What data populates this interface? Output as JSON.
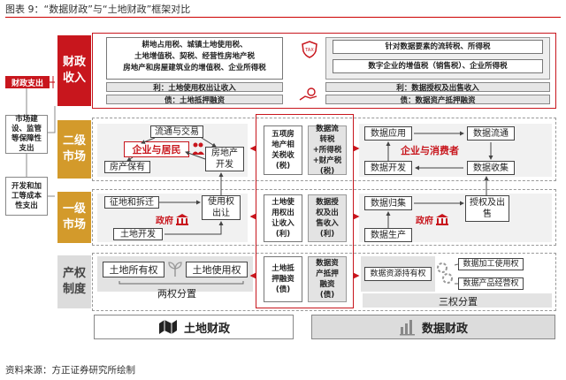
{
  "title": "图表 9：“数据财政”与“土地财政”框架对比",
  "source": "资料来源：方正证券研究所绘制",
  "side": {
    "fiscal_expense": "财政支出",
    "infra": "市场建设、监管等保障性支出",
    "dev": "开发和加工等成本性支出"
  },
  "levels": {
    "fiscal_income": "财政\n收入",
    "secondary": "二级\n市场",
    "primary": "一级\n市场",
    "property": "产权\n制度"
  },
  "fiscal": {
    "land_taxes": [
      "耕地占用税、城镇土地使用税、",
      "土地增值税、契税、经营性房地产税",
      "房地产和房屋建筑业的增值税、企业所得税"
    ],
    "land_use_income": "利：土地使用权出让收入",
    "land_mortgage": "债：土地抵押融资",
    "data_taxes": [
      "针对数据要素的流转税、所得税",
      "数字企业的增值税（销售税）、企业所得税"
    ],
    "data_auth_income": "利：数据授权及出售收入",
    "data_asset_fin": "债：数据资产抵押融资",
    "tax_icon": "TAX"
  },
  "secondary": {
    "circulation": "流通与交易",
    "enterprise_resident": "企业与居民",
    "housing": "房产保有",
    "real_estate_dev": "房地产\n开发",
    "data_app": "数据应用",
    "data_circ": "数据流通",
    "ent_consumer": "企业与消费者",
    "data_dev": "数据开发",
    "data_collect": "数据收集"
  },
  "primary": {
    "acquisition": "征地和拆迁",
    "land_right_transfer": "使用权\n出让",
    "gov_left": "政府",
    "land_dev": "土地开发",
    "data_pool": "数据归集",
    "auth_sale": "授权及出\n售",
    "gov_right": "政府",
    "data_prod": "数据生产"
  },
  "property": {
    "land_own": "土地所有权",
    "land_use": "土地使用权",
    "two_rights": "两权分置",
    "data_hold": "数据资源持有权",
    "data_proc": "数据加工使用权",
    "data_prod_op": "数据产品经营权",
    "three_rights": "三权分置"
  },
  "center": {
    "c1": "五项房\n地产相\n关税收\n(税)",
    "c2": "数据流\n转税\n+所得税\n+财产税\n(税)",
    "c3": "土地使\n用权出\n让收入\n(利)",
    "c4": "数据授\n权及出\n售收入\n(利)",
    "c5": "土地抵\n押融资\n(债)",
    "c6": "数据资\n产抵押\n融资\n(债)"
  },
  "bottom": {
    "land_fiscal": "土地财政",
    "data_fiscal": "数据财政"
  },
  "colors": {
    "red": "#c8161d",
    "gold": "#d39a2b",
    "gray": "#dcdcdc"
  }
}
